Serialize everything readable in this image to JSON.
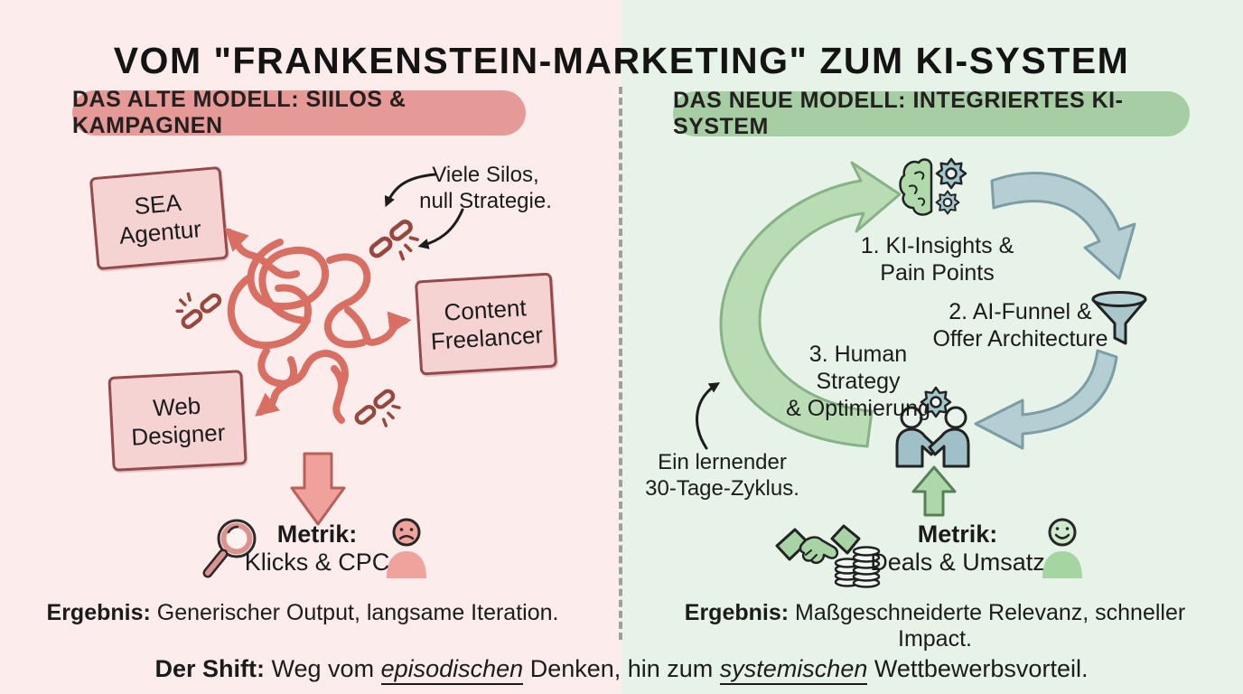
{
  "title": "VOM \"FRANKENSTEIN-MARKETING\" ZUM KI-SYSTEM",
  "left": {
    "header": "DAS ALTE MODELL: SIILOS & KAMPAGNEN",
    "boxes": [
      {
        "line1": "SEA",
        "line2": "Agentur"
      },
      {
        "line1": "Content",
        "line2": "Freelancer"
      },
      {
        "line1": "Web",
        "line2": "Designer"
      }
    ],
    "annotation": {
      "line1": "Viele Silos,",
      "line2": "null Strategie."
    },
    "metric": {
      "label": "Metrik:",
      "value": "Klicks & CPC"
    },
    "result": {
      "label": "Ergebnis:",
      "text": " Generischer Output, langsame Iteration."
    }
  },
  "right": {
    "header": "DAS NEUE MODELL: INTEGRIERTES KI-SYSTEM",
    "steps": [
      {
        "line1": "1. KI-Insights &",
        "line2": "Pain Points"
      },
      {
        "line1": "2. AI-Funnel &",
        "line2": "Offer Architecture"
      },
      {
        "line1": "3. Human Strategy",
        "line2": "& Optimierung"
      }
    ],
    "cycle_note": {
      "line1": "Ein lernender",
      "line2": "30-Tage-Zyklus."
    },
    "metric": {
      "label": "Metrik:",
      "value": "Deals & Umsatz"
    },
    "result": {
      "label": "Ergebnis:",
      "text": " Maßgeschneiderte Relevanz, schneller Impact."
    }
  },
  "footer": {
    "label": "Der Shift:",
    "part1": " Weg vom ",
    "emphasis1": "episodischen",
    "part2": " Denken, hin zum ",
    "emphasis2": "systemischen",
    "part3": " Wettbewerbsvorteil."
  },
  "icons": {
    "broken-chain-icon": "two unlinked chain links with snap marks",
    "magnifier-icon": "pink magnifying glass",
    "sad-user-icon": "pink person with frowning face",
    "brain-gears-icon": "half brain with two gears",
    "funnel-icon": "teal funnel",
    "people-handshake-gear-icon": "two people shaking hands under a gear",
    "handshake-icon": "green shaking hands",
    "coins-icon": "two stacks of coins",
    "happy-user-icon": "green person with smiling face",
    "tangle-icon": "tangled scribble with outward arrows",
    "down-block-arrow-icon": "salmon block arrow down",
    "up-block-arrow-icon": "green block arrow up",
    "cycle-arrows-icon": "circular loop of green and teal arrows"
  },
  "colors": {
    "left_bg": "#fcedec",
    "right_bg": "#e7f3e8",
    "left_pill": "#e69a98",
    "right_pill": "#a6cda3",
    "box_fill": "#f5d3d2",
    "box_border": "#96494a",
    "tangle": "#d96e63",
    "chain": "#98473f",
    "down_arrow": "#f0a19c",
    "up_arrow": "#aed8ab",
    "green_arc": "#b9dcb5",
    "teal_arrow": "#b5ced4",
    "icon_teal": "#a2c6cb",
    "icon_green": "#a8d3a5",
    "text": "#1b1b1b"
  }
}
